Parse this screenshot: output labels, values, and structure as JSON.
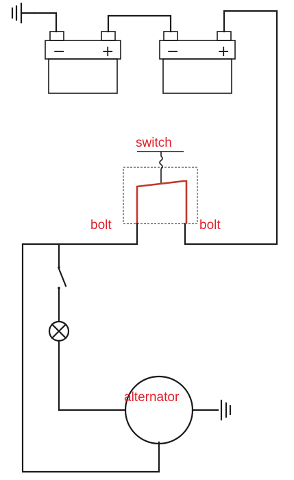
{
  "labels": {
    "switch": "switch",
    "bolt_left": "bolt",
    "bolt_right": "bolt",
    "alternator": "alternator"
  },
  "battery_left": {
    "negative_sign": "−",
    "positive_sign": "+"
  },
  "battery_right": {
    "negative_sign": "−",
    "positive_sign": "+"
  },
  "colors": {
    "wire": "#1a1a1a",
    "label": "#e0202a",
    "switch_contact": "#c0392b",
    "switch_box": "#666666"
  },
  "icons": [
    "ground-symbol",
    "battery",
    "knife-switch",
    "lamp",
    "alternator"
  ]
}
